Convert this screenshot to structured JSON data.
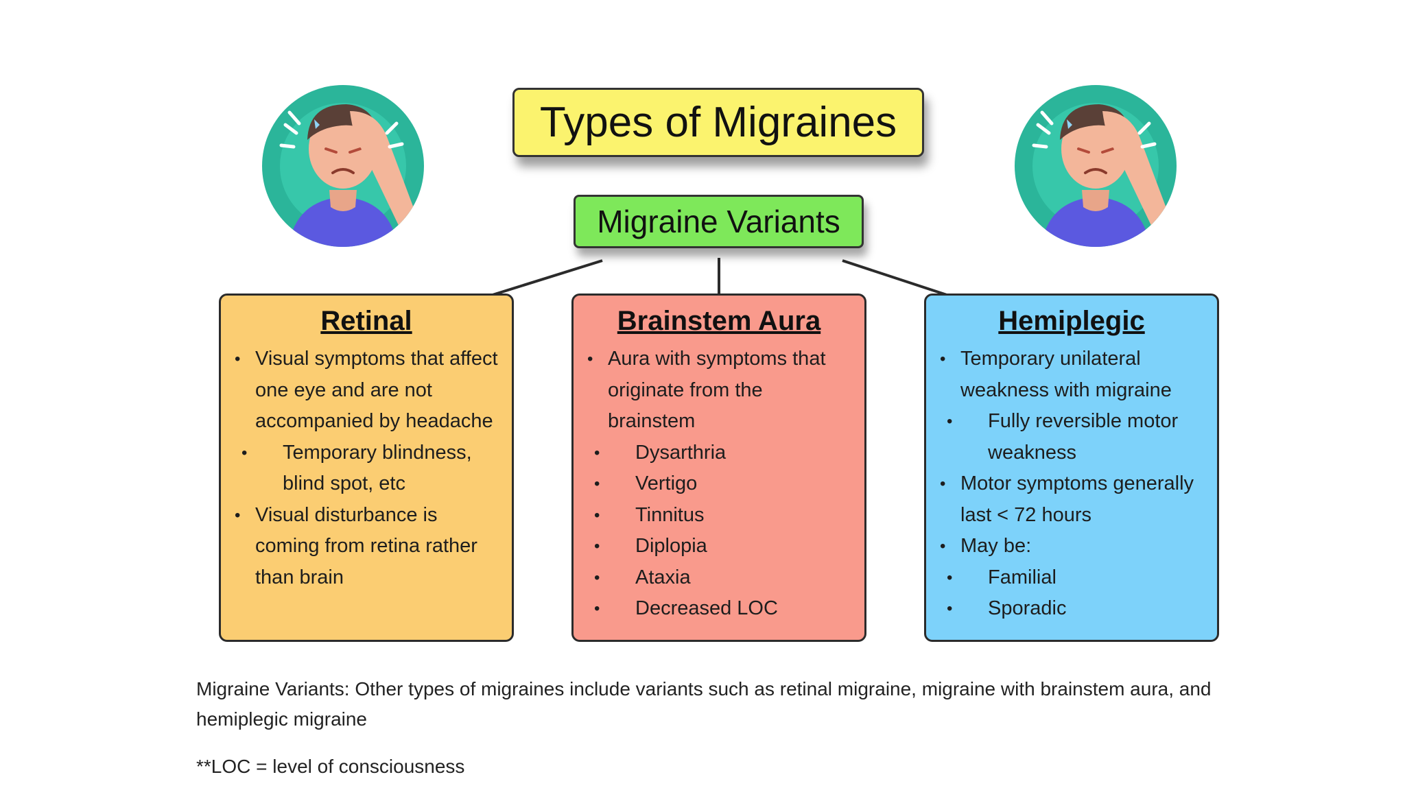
{
  "title": "Types of Migraines",
  "subtitle": "Migraine Variants",
  "colors": {
    "title_bg": "#fbf36e",
    "subtitle_bg": "#7ee85a",
    "retinal_bg": "#fbcd72",
    "brainstem_bg": "#f99a8c",
    "hemiplegic_bg": "#7dd2fa",
    "avatar_ring": "#2bb59a",
    "shirt": "#5b59e0"
  },
  "icons": [
    "headache-person-icon",
    "headache-person-icon"
  ],
  "cards": [
    {
      "title": "Retinal",
      "items": [
        {
          "level": 1,
          "text": "Visual symptoms that affect one eye and are not accompanied by headache"
        },
        {
          "level": 2,
          "text": "Temporary blindness, blind spot, etc"
        },
        {
          "level": 1,
          "text": "Visual disturbance is coming from retina rather than brain"
        }
      ]
    },
    {
      "title": "Brainstem Aura",
      "items": [
        {
          "level": 1,
          "text": "Aura with symptoms that originate from the brainstem"
        },
        {
          "level": 2,
          "text": "Dysarthria"
        },
        {
          "level": 2,
          "text": "Vertigo"
        },
        {
          "level": 2,
          "text": "Tinnitus"
        },
        {
          "level": 2,
          "text": "Diplopia"
        },
        {
          "level": 2,
          "text": "Ataxia"
        },
        {
          "level": 2,
          "text": "Decreased LOC"
        }
      ]
    },
    {
      "title": "Hemiplegic",
      "items": [
        {
          "level": 1,
          "text": "Temporary unilateral weakness with migraine"
        },
        {
          "level": 2,
          "text": "Fully reversible motor weakness"
        },
        {
          "level": 1,
          "text": "Motor symptoms generally last < 72 hours"
        },
        {
          "level": 1,
          "text": "May be:"
        },
        {
          "level": 2,
          "text": "Familial"
        },
        {
          "level": 2,
          "text": "Sporadic"
        }
      ]
    }
  ],
  "caption": "Migraine Variants: Other types of migraines include variants such as retinal migraine, migraine with brainstem aura, and hemiplegic migraine",
  "footnote": "**LOC = level of consciousness"
}
